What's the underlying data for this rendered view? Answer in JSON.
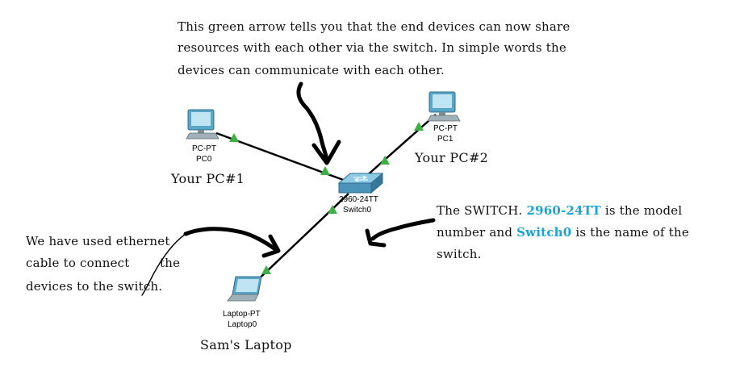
{
  "annotations": {
    "green_arrow_note": {
      "line1": "This green arrow tells you that the end devices can now share",
      "line2": "resources with each other via the switch. In simple words the",
      "line3": "devices can communicate with each other."
    },
    "switch_note": {
      "line1_pre": "The SWITCH. ",
      "line1_model": "2960-24TT",
      "line1_post": " is the model",
      "line2_pre": "number and ",
      "line2_name": "Switch0",
      "line2_post": " is the name of the",
      "line3": "switch."
    },
    "cable_note": {
      "line1": "We have used ethernet",
      "line2_a": "cable to connect",
      "line2_b": "the",
      "line3": "devices to the switch."
    },
    "pc0_caption": "Your PC#1",
    "pc1_caption": "Your PC#2",
    "laptop_caption": "Sam's Laptop"
  },
  "devices": {
    "pc0": {
      "type_label": "PC-PT",
      "name_label": "PC0",
      "icon": "desktop-pc-icon"
    },
    "pc1": {
      "type_label": "PC-PT",
      "name_label": "PC1",
      "icon": "desktop-pc-icon"
    },
    "switch0": {
      "type_label": "2960-24TT",
      "name_label": "Switch0",
      "icon": "network-switch-icon"
    },
    "laptop0": {
      "type_label": "Laptop-PT",
      "name_label": "Laptop0",
      "icon": "laptop-icon"
    }
  },
  "colors": {
    "link_up_indicator": "#3cb043",
    "cable": "#000000",
    "accent_text": "#1aa3d9",
    "device_blue": "#5aa6c8"
  }
}
